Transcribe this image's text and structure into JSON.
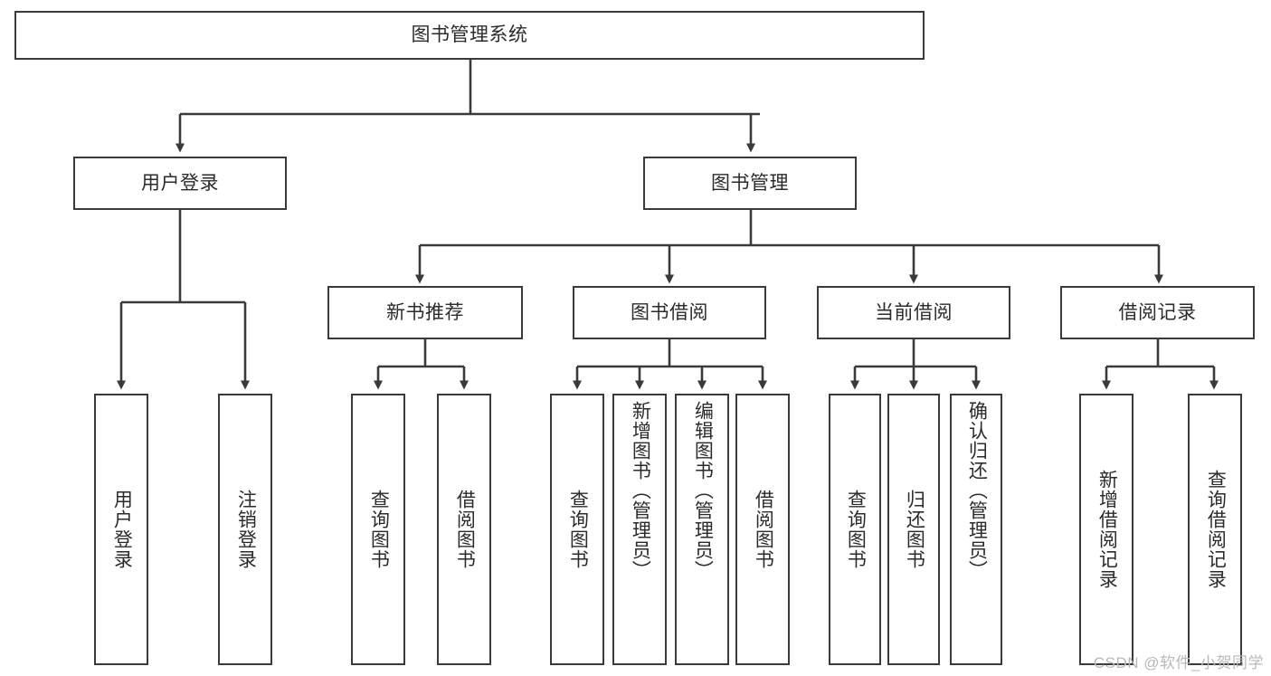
{
  "diagram": {
    "title": "图书管理系统",
    "type": "tree",
    "watermark": "CSDN @软件_小贺同学",
    "stroke_color": "#3a3a3a",
    "text_color": "#2b2b2b",
    "background_color": "#ffffff",
    "nodes": {
      "root": {
        "label": "图书管理系统"
      },
      "level2": [
        {
          "id": "user-login",
          "label": "用户登录"
        },
        {
          "id": "book-management",
          "label": "图书管理"
        }
      ],
      "level3": [
        {
          "id": "new-book-recommend",
          "label": "新书推荐"
        },
        {
          "id": "book-borrow",
          "label": "图书借阅"
        },
        {
          "id": "current-borrow",
          "label": "当前借阅"
        },
        {
          "id": "borrow-record",
          "label": "借阅记录"
        }
      ],
      "leaves": {
        "user-login": [
          {
            "id": "leaf-user-login",
            "label": "用户登录"
          },
          {
            "id": "leaf-logout-login",
            "label": "注销登录"
          }
        ],
        "new-book-recommend": [
          {
            "id": "leaf-query-book-1",
            "label": "查询图书"
          },
          {
            "id": "leaf-borrow-book-1",
            "label": "借阅图书"
          }
        ],
        "book-borrow": [
          {
            "id": "leaf-query-book-2",
            "label": "查询图书"
          },
          {
            "id": "leaf-add-book",
            "label": "新增图书（管理员）"
          },
          {
            "id": "leaf-edit-book",
            "label": "编辑图书（管理员）"
          },
          {
            "id": "leaf-borrow-book-2",
            "label": "借阅图书"
          }
        ],
        "current-borrow": [
          {
            "id": "leaf-query-book-3",
            "label": "查询图书"
          },
          {
            "id": "leaf-return-book",
            "label": "归还图书"
          },
          {
            "id": "leaf-confirm-return",
            "label": "确认归还（管理员）"
          }
        ],
        "borrow-record": [
          {
            "id": "leaf-add-record",
            "label": "新增借阅记录"
          },
          {
            "id": "leaf-query-record",
            "label": "查询借阅记录"
          }
        ]
      }
    }
  }
}
